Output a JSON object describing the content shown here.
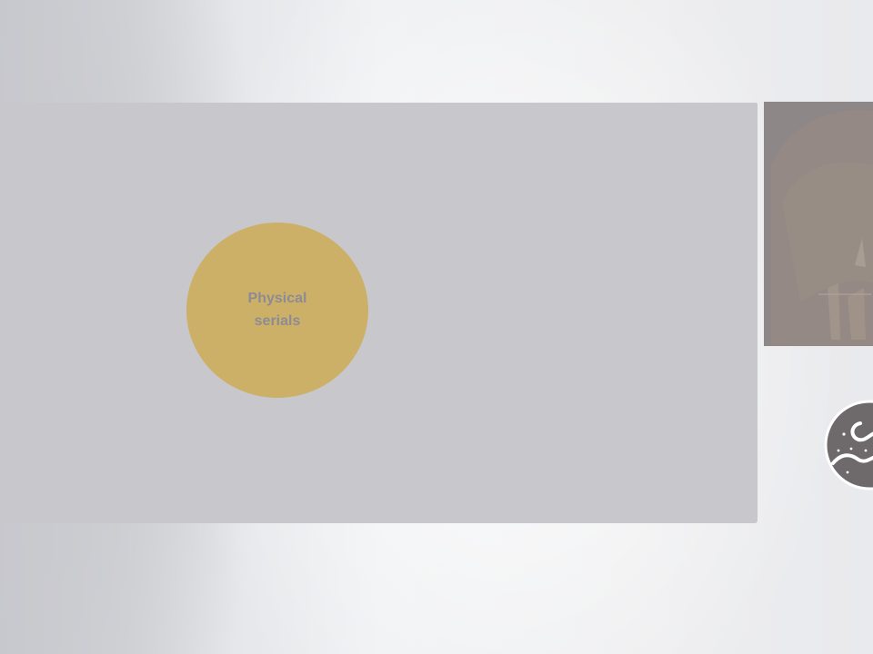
{
  "diagram": {
    "node": {
      "label_line1": "Physical",
      "label_line2": "serials"
    }
  },
  "side_panel": {
    "photo_icon": "photo-thumbnail",
    "badge_icon": "network-map-icon"
  },
  "colors": {
    "panel": "#c8c8cc",
    "node_fill": "#ccb068",
    "node_text": "#8d8b93",
    "photo": "#8e8788",
    "badge": "#6e6a6c"
  }
}
